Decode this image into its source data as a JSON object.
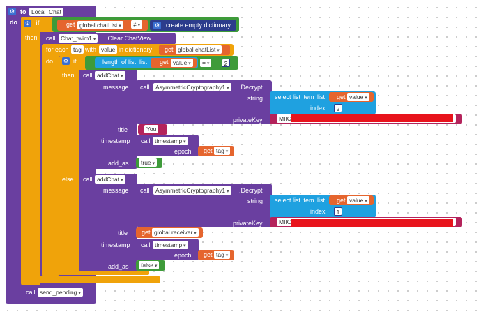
{
  "procedure": {
    "to_label": "to",
    "name": "Local_Chat",
    "do_label": "do"
  },
  "if_outer": {
    "if_label": "if",
    "then_label": "then",
    "get": "get",
    "var": "global chatList",
    "op": "≠",
    "create_empty": "create empty dictionary"
  },
  "clear": {
    "call": "call",
    "component": "Chat_twim1",
    "method": ".Clear ChatView"
  },
  "foreach": {
    "label": "for each",
    "var1": "tag",
    "with": "with",
    "var2": "value",
    "in": "in dictionary",
    "get": "get",
    "dict": "global chatList"
  },
  "inner_if": {
    "do_label": "do",
    "if_label": "if",
    "length_label": "length of list",
    "list_label": "list",
    "get": "get",
    "value": "value",
    "op": "=",
    "num": "2",
    "then_label": "then",
    "else_label": "else"
  },
  "call_then": {
    "call": "call",
    "method": "addChat",
    "message_label": "message",
    "decrypt_call": "call",
    "component": "AsymmetricCryptography1",
    "decrypt": ".Decrypt",
    "string_label": "string",
    "select_label": "select list item",
    "list_label": "list",
    "get": "get",
    "value": "value",
    "index_label": "index",
    "index": "2",
    "privatekey_label": "privateKey",
    "key_text": "MIIC",
    "title_label": "title",
    "title": "You",
    "timestamp_label": "timestamp",
    "ts_call": "call",
    "ts_method": "timestamp",
    "epoch_label": "epoch",
    "epoch_get": "get",
    "epoch_var": "tag",
    "add_as_label": "add_as",
    "add_as": "true"
  },
  "call_else": {
    "call": "call",
    "method": "addChat",
    "message_label": "message",
    "decrypt_call": "call",
    "component": "AsymmetricCryptography1",
    "decrypt": ".Decrypt",
    "string_label": "string",
    "select_label": "select list item",
    "list_label": "list",
    "get": "get",
    "value": "value",
    "index_label": "index",
    "index": "1",
    "privatekey_label": "privateKey",
    "key_text": "MIIC",
    "title_label": "title",
    "title_get": "get",
    "title_var": "global receiver",
    "timestamp_label": "timestamp",
    "ts_call": "call",
    "ts_method": "timestamp",
    "epoch_label": "epoch",
    "epoch_get": "get",
    "epoch_var": "tag",
    "add_as_label": "add_as",
    "add_as": "false"
  },
  "send_pending": {
    "call": "call",
    "method": "send_pending"
  },
  "colors": {
    "procedure": "#6a3fa0",
    "control": "#f0a30a",
    "variable": "#e5652e",
    "logic": "#3e9b3a",
    "list": "#1fa1e0",
    "text": "#b4235b",
    "math": "#2c3c8c",
    "redaction": "#e8141c"
  }
}
